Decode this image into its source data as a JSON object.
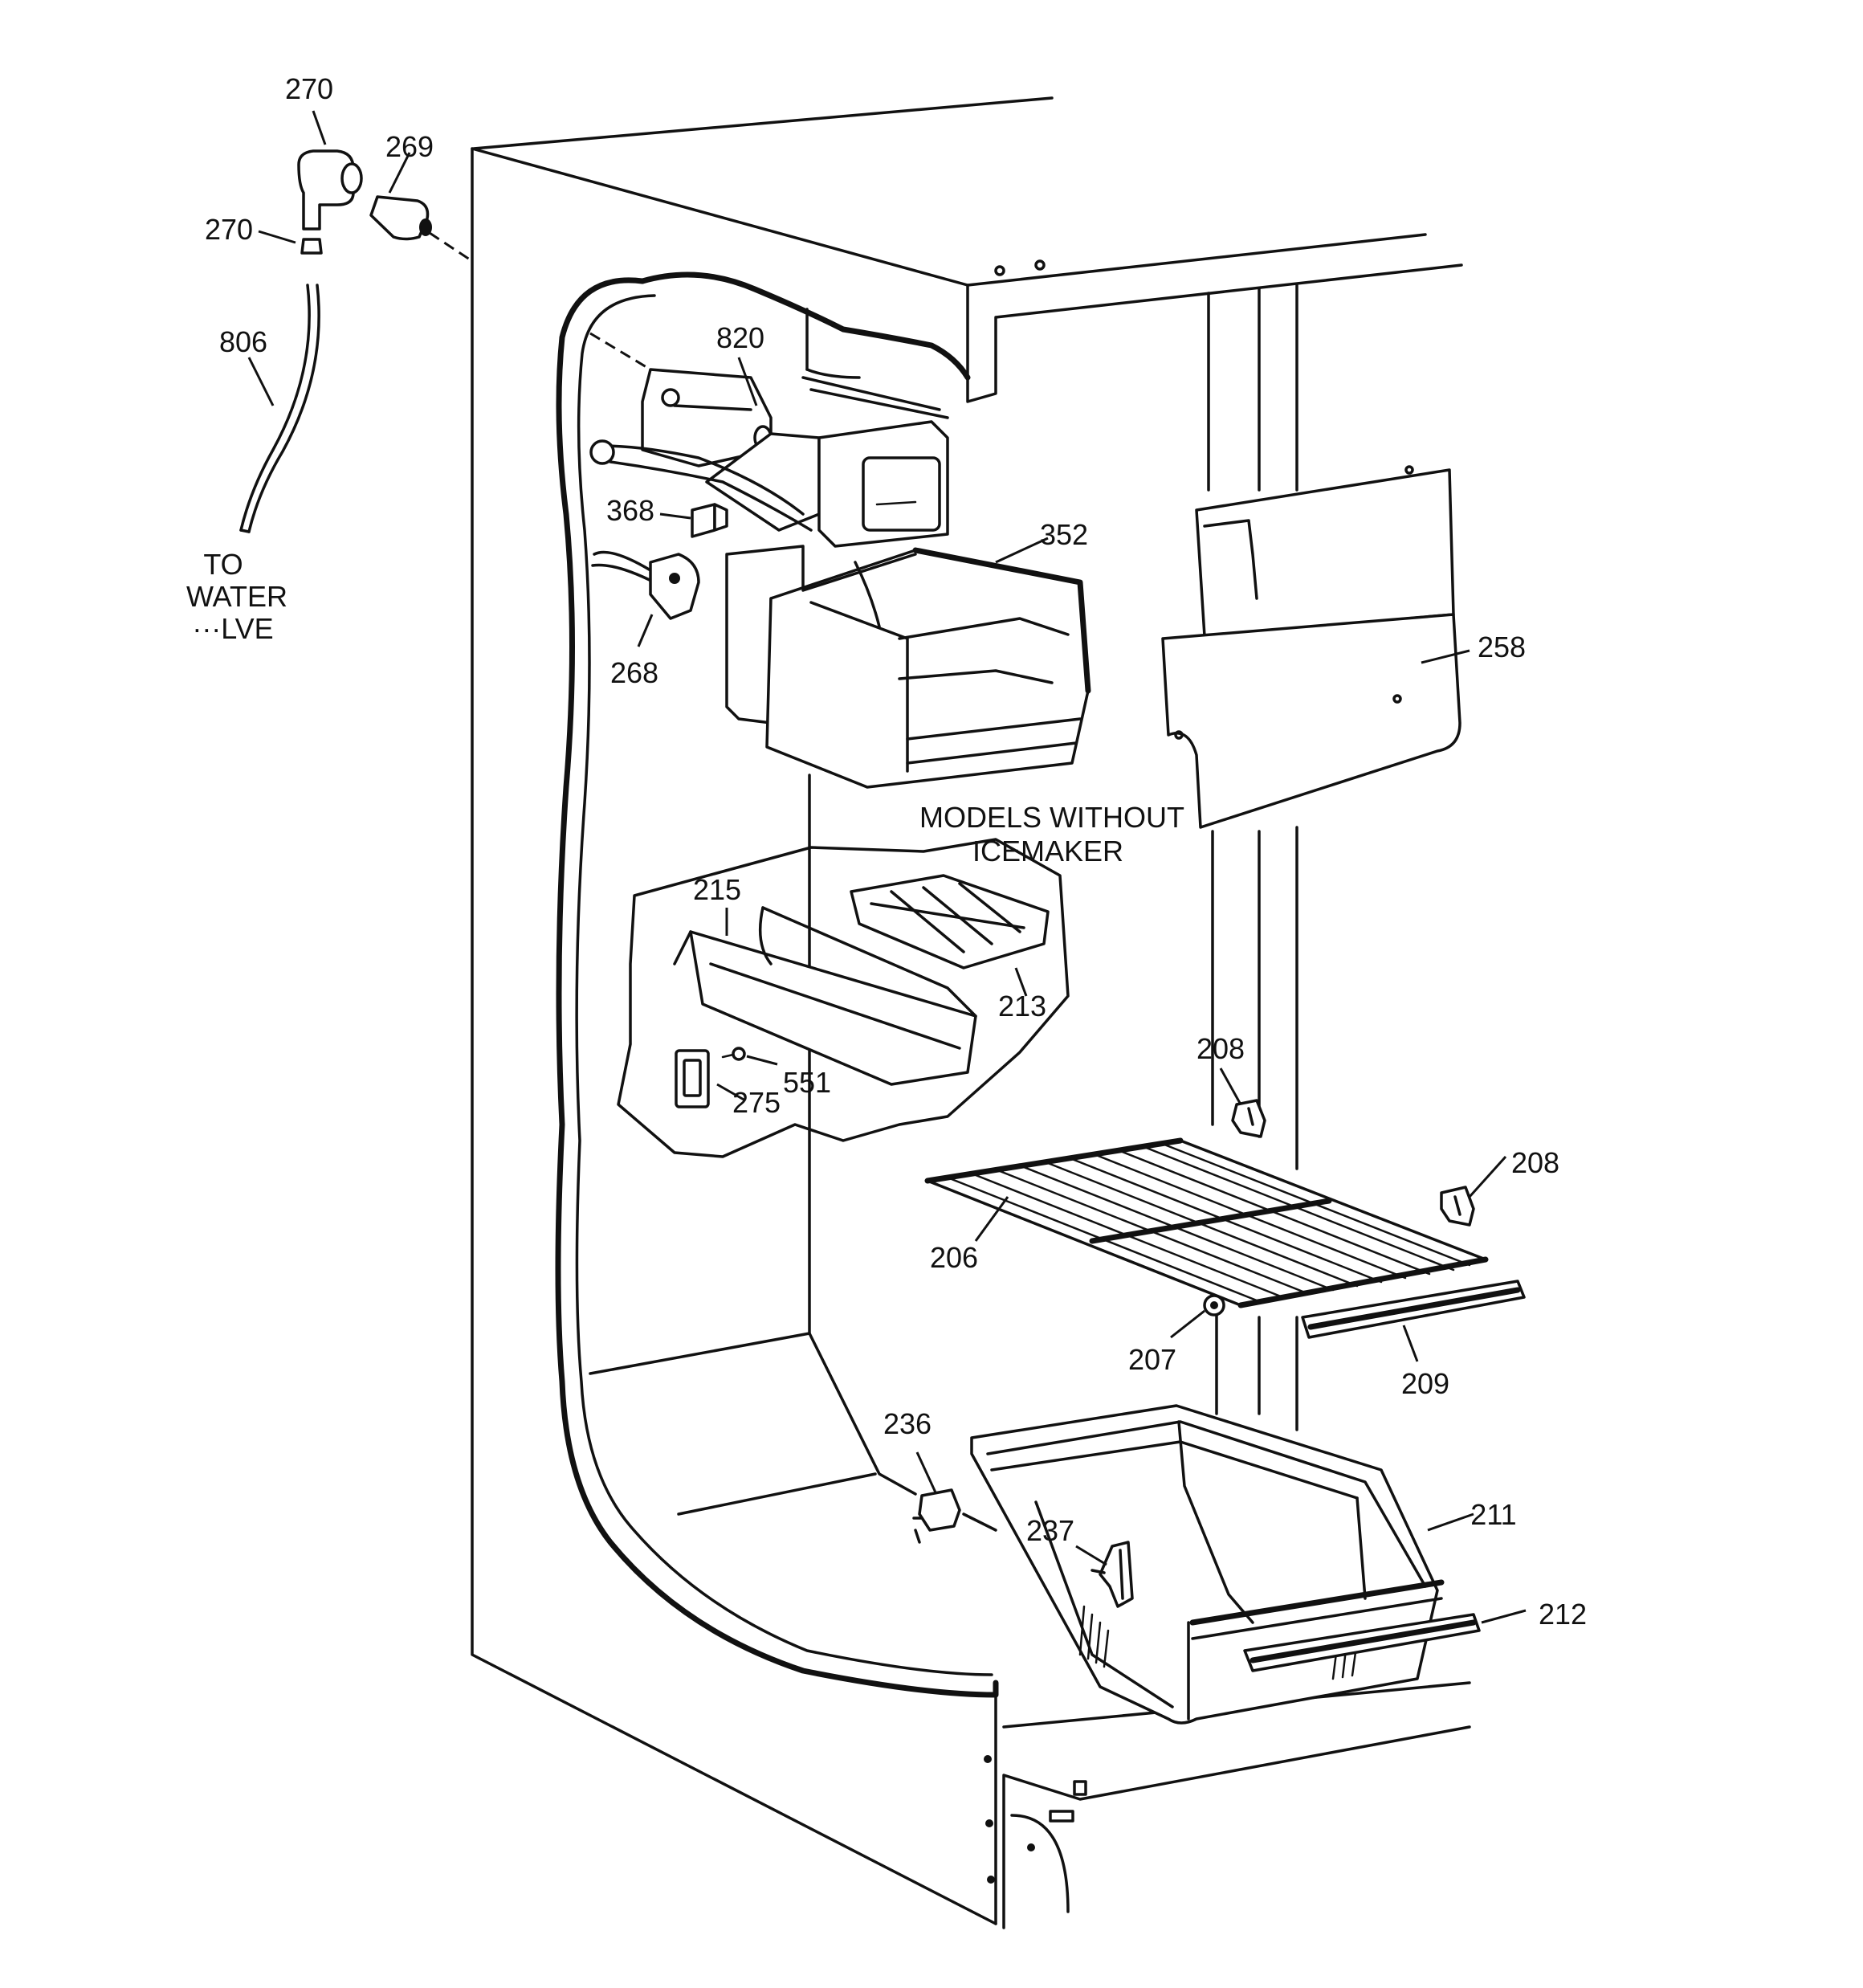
{
  "diagram": {
    "notes": {
      "water_valve": [
        "TO",
        "WATER",
        "···LVE"
      ],
      "models_without_icemaker": [
        "MODELS WITHOUT",
        "ICEMAKER"
      ]
    },
    "part_labels": {
      "p270_top": "270",
      "p269": "269",
      "p270_left": "270",
      "p806": "806",
      "p820": "820",
      "p368": "368",
      "p352": "352",
      "p268": "268",
      "p258": "258",
      "p215": "215",
      "p213": "213",
      "p551": "551",
      "p275": "275",
      "p208_upper": "208",
      "p208_right": "208",
      "p206": "206",
      "p207": "207",
      "p209": "209",
      "p236": "236",
      "p237": "237",
      "p211": "211",
      "p212": "212"
    }
  }
}
